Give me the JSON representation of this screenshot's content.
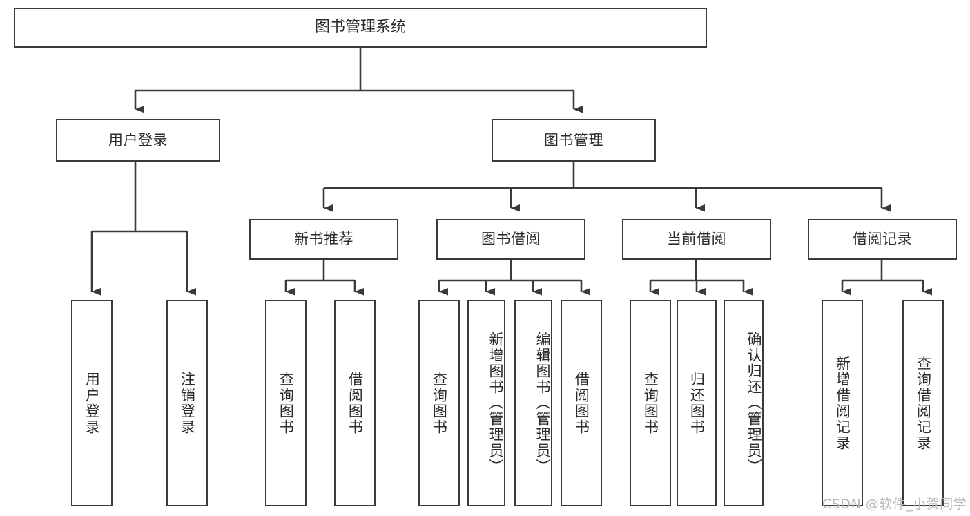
{
  "diagram": {
    "type": "tree",
    "title": "图书管理系统",
    "nodes": {
      "root": {
        "label": "图书管理系统"
      },
      "l1": [
        {
          "id": "user_login",
          "label": "用户登录"
        },
        {
          "id": "book_mgmt",
          "label": "图书管理"
        }
      ],
      "l2": [
        {
          "id": "new_book_rec",
          "label": "新书推荐",
          "parent": "book_mgmt"
        },
        {
          "id": "book_borrow",
          "label": "图书借阅",
          "parent": "book_mgmt"
        },
        {
          "id": "current_borrow",
          "label": "当前借阅",
          "parent": "book_mgmt"
        },
        {
          "id": "borrow_record",
          "label": "借阅记录",
          "parent": "book_mgmt"
        }
      ],
      "leaves": [
        {
          "id": "leaf_user_login",
          "label": "用户登录",
          "parent": "user_login"
        },
        {
          "id": "leaf_logout",
          "label": "注销登录",
          "parent": "user_login"
        },
        {
          "id": "leaf_query_book_1",
          "label": "查询图书",
          "parent": "new_book_rec"
        },
        {
          "id": "leaf_borrow_book_1",
          "label": "借阅图书",
          "parent": "new_book_rec"
        },
        {
          "id": "leaf_query_book_2",
          "label": "查询图书",
          "parent": "book_borrow"
        },
        {
          "id": "leaf_add_book",
          "label": "新增图书（管理员）",
          "parent": "book_borrow"
        },
        {
          "id": "leaf_edit_book",
          "label": "编辑图书（管理员）",
          "parent": "book_borrow"
        },
        {
          "id": "leaf_borrow_book_2",
          "label": "借阅图书",
          "parent": "book_borrow"
        },
        {
          "id": "leaf_query_book_3",
          "label": "查询图书",
          "parent": "current_borrow"
        },
        {
          "id": "leaf_return_book",
          "label": "归还图书",
          "parent": "current_borrow"
        },
        {
          "id": "leaf_confirm_return",
          "label": "确认归还（管理员）",
          "parent": "current_borrow"
        },
        {
          "id": "leaf_add_record",
          "label": "新增借阅记录",
          "parent": "borrow_record"
        },
        {
          "id": "leaf_query_record",
          "label": "查询借阅记录",
          "parent": "borrow_record"
        }
      ]
    },
    "colors": {
      "stroke": "#3a3a3a",
      "text": "#2b2b2b",
      "background": "#ffffff",
      "watermark": "#b9b9b9"
    }
  },
  "watermark": {
    "text": "CSDN @软件_小贺同学"
  }
}
